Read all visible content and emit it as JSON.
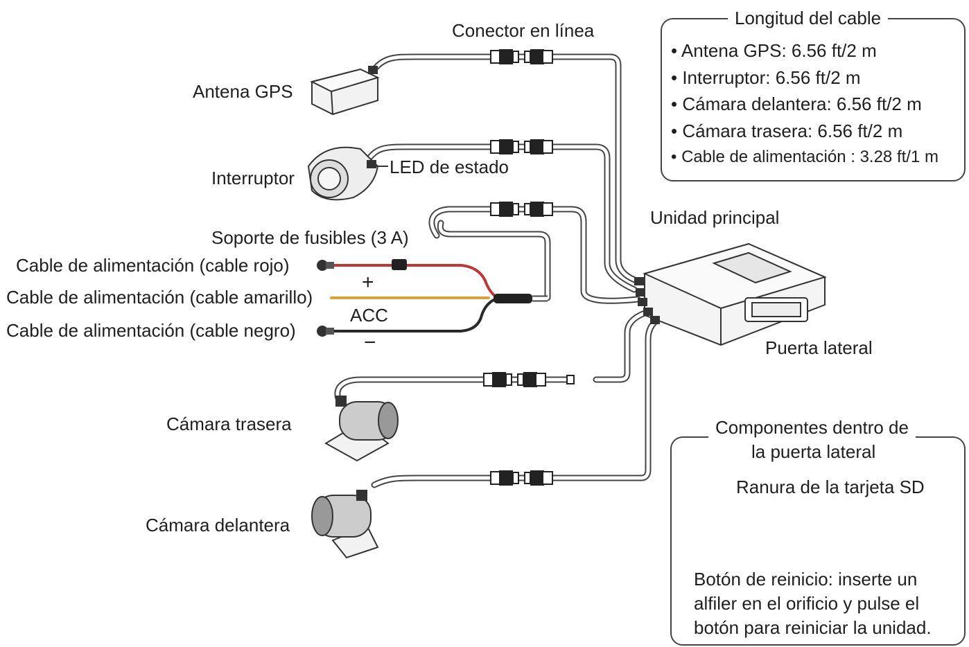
{
  "labels": {
    "connector": "Conector en línea",
    "gps": "Antena GPS",
    "switch": "Interruptor",
    "led": "LED de estado",
    "fuse": "Soporte de fusibles (3 A)",
    "red": "Cable de alimentación (cable rojo)",
    "yellow": "Cable de alimentación (cable amarillo)",
    "black": "Cable de alimentación (cable negro)",
    "plus": "+",
    "acc": "ACC",
    "minus": "−",
    "main_unit": "Unidad principal",
    "side_door": "Puerta lateral",
    "rear_cam": "Cámara trasera",
    "front_cam": "Cámara delantera"
  },
  "cable_box": {
    "title": "Longitud del cable",
    "items": [
      "Antena GPS:  6.56 ft/2 m",
      "Interruptor:  6.56 ft/2 m",
      "Cámara delantera:  6.56 ft/2 m",
      "Cámara trasera:  6.56 ft/2 m",
      "Cable de alimentación : 3.28 ft/1 m"
    ]
  },
  "door_box": {
    "title_line1": "Componentes dentro de",
    "title_line2": "la puerta lateral",
    "sd_slot": "Ranura de la tarjeta SD",
    "reset_line1": "Botón de reinicio: inserte un",
    "reset_line2": "alfiler en el orificio y pulse el",
    "reset_line3": "botón para reiniciar la unidad."
  },
  "colors": {
    "red_wire": "#b8393a",
    "yellow_wire": "#d9a23a",
    "black_wire": "#2a2a2a",
    "outline": "#333333"
  }
}
